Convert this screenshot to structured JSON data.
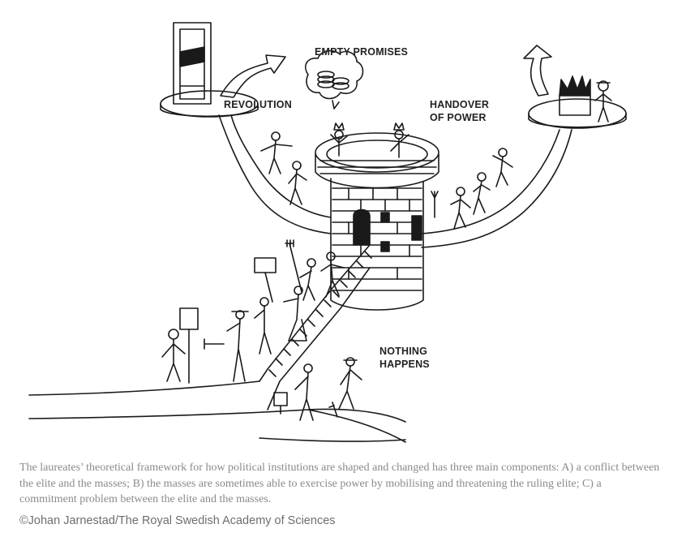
{
  "labels": {
    "revolution": "REVOLUTION",
    "empty_promises": "EMPTY PROMISES",
    "handover_line1": "HANDOVER",
    "handover_line2": "OF POWER",
    "nothing_line1": "NOTHING",
    "nothing_line2": "HAPPENS"
  },
  "caption": "The laureates’ theoretical framework for how political institutions are shaped and changed has three main components: A) a conflict between the elite and the masses; B) the masses are sometimes able to exercise power by mobilising and threatening the ruling elite; C) a commitment problem between the elite and the masses.",
  "credit": "©Johan Jarnestad/The Royal Swedish Academy of Sciences"
}
